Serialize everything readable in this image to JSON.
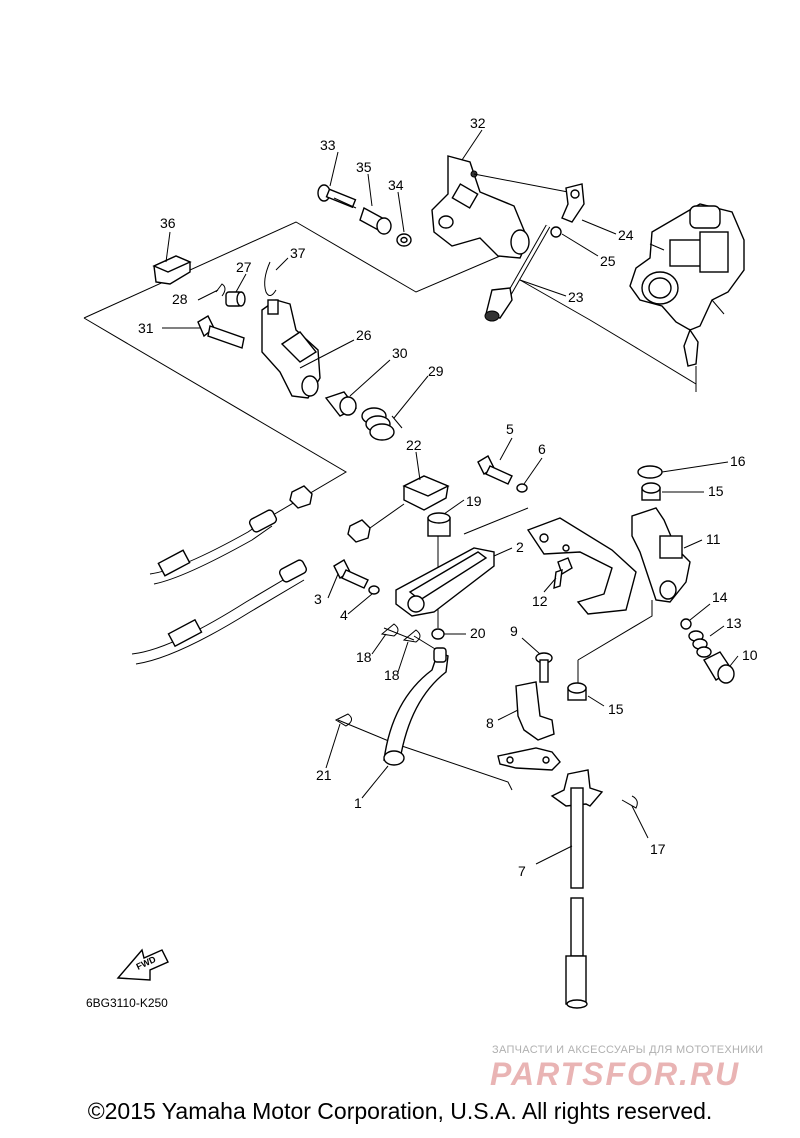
{
  "callouts": {
    "c1": "1",
    "c2": "2",
    "c3": "3",
    "c4": "4",
    "c5": "5",
    "c6": "6",
    "c7": "7",
    "c8": "8",
    "c9": "9",
    "c10": "10",
    "c11": "11",
    "c12": "12",
    "c13": "13",
    "c14": "14",
    "c15a": "15",
    "c15b": "15",
    "c16": "16",
    "c17": "17",
    "c18a": "18",
    "c18b": "18",
    "c19": "19",
    "c20": "20",
    "c21": "21",
    "c22": "22",
    "c23": "23",
    "c24": "24",
    "c25": "25",
    "c26": "26",
    "c27": "27",
    "c28": "28",
    "c29": "29",
    "c30": "30",
    "c31": "31",
    "c32": "32",
    "c33": "33",
    "c34": "34",
    "c35": "35",
    "c36": "36",
    "c37": "37"
  },
  "fwd_label": "FWD",
  "diagram_code": "6BG3110-K250",
  "watermark": {
    "tagline": "ЗАПЧАСТИ И АКСЕССУАРЫ ДЛЯ МОТОТЕХНИКИ",
    "brand": "PARTSFOR.RU"
  },
  "copyright": "©2015 Yamaha Motor Corporation, U.S.A. All rights reserved."
}
